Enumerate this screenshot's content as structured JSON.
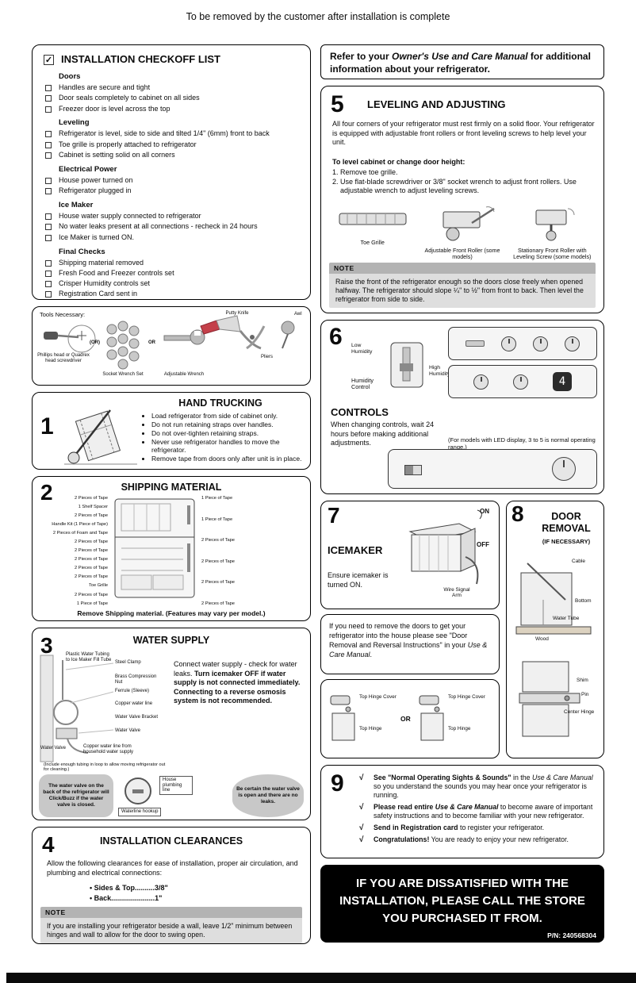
{
  "page": {
    "header": "To be removed by the customer after installation is complete",
    "part_number": "P/N: 240568304"
  },
  "checkoff": {
    "title": "INSTALLATION CHECKOFF LIST",
    "check_glyph": "✓",
    "sections": [
      {
        "heading": "Doors",
        "items": [
          "Handles are secure and tight",
          "Door seals completely to cabinet on all sides",
          "Freezer door is level across the top"
        ]
      },
      {
        "heading": "Leveling",
        "items": [
          "Refrigerator is level, side to side and tilted 1/4\" (6mm) front to back",
          "Toe grille is properly attached to refrigerator",
          "Cabinet is setting solid on all corners"
        ]
      },
      {
        "heading": "Electrical Power",
        "items": [
          "House power turned on",
          "Refrigerator plugged in"
        ]
      },
      {
        "heading": "Ice Maker",
        "items": [
          "House water supply connected to refrigerator",
          "No water leaks present at all connections - recheck in 24 hours",
          "Ice Maker is turned ON."
        ]
      },
      {
        "heading": "Final Checks",
        "items": [
          "Shipping material removed",
          "Fresh Food and Freezer controls set",
          "Crisper Humidity controls set",
          "Registration Card sent in"
        ]
      }
    ]
  },
  "tools": {
    "title": "Tools Necessary:",
    "screwdriver_label": "Phillips head or Quadrex head screwdriver",
    "or1": "(OR)",
    "socket_label": "Socket Wrench Set",
    "or2": "OR",
    "wrench_label": "Adjustable Wrench",
    "putty_label": "Putty Knife",
    "pliers_label": "Pliers",
    "awl_label": "Awl"
  },
  "hand_trucking": {
    "number": "1",
    "title": "HAND TRUCKING",
    "bullets": [
      "Load refrigerator from side of cabinet only.",
      "Do not run retaining straps over handles.",
      "Do not over-tighten retaining straps.",
      "Never use refrigerator handles to move the refrigerator.",
      "Remove tape from doors only after unit is in place."
    ]
  },
  "shipping": {
    "number": "2",
    "title": "SHIPPING MATERIAL",
    "left_labels": [
      "2 Pieces of Tape",
      "1 Shelf Spacer",
      "2 Pieces of Tape",
      "Handle Kit (1 Piece of Tape)",
      "2 Pieces of Foam and Tape",
      "2 Pieces of Tape",
      "2 Pieces of Tape",
      "2 Pieces of Tape",
      "2 Pieces of Tape",
      "2 Pieces of Tape",
      "Toe Grille",
      "2 Pieces of Tape",
      "1 Piece of Tape"
    ],
    "right_labels": [
      "1 Piece of Tape",
      "1 Piece of Tape",
      "2 Pieces of Tape",
      "2 Pieces of Tape",
      "2 Pieces of Tape",
      "2 Pieces of Tape"
    ],
    "footer": "Remove Shipping material. (Features may vary per model.)"
  },
  "water": {
    "number": "3",
    "title": "WATER SUPPLY",
    "intro": "Connect water supply - check for water leaks.",
    "bold_text": "Turn icemaker OFF if water supply is not connected immediately. Connecting to a reverse osmosis system is not recommended.",
    "diagram_labels": [
      "Plastic Water Tubing to Ice Maker Fill Tube",
      "Steel Clamp",
      "Brass Compression Nut",
      "Ferrule (Sleeve)",
      "Copper water line",
      "Water Valve Bracket",
      "Water Valve",
      "Water Valve",
      "Copper water line from household water supply"
    ],
    "diagram_note": "(Include enough tubing in loop to allow moving refrigerator out for cleaning.)",
    "callout_left": "The water valve on the back of the refrigerator will Click/Buzz if the water valve is closed.",
    "hookup_label": "Waterline hookup",
    "plumbing_label": "House plumbing line",
    "callout_right": "Be certain the water valve is open and there are no leaks."
  },
  "clearances": {
    "number": "4",
    "title": "INSTALLATION CLEARANCES",
    "intro": "Allow the following clearances for ease of installation, proper air circulation, and plumbing and electrical connections:",
    "bullets": [
      "• Sides & Top..........3/8\"",
      "• Back......................1\""
    ],
    "note_label": "NOTE",
    "note": "If you are installing your refrigerator beside a wall, leave 1/2\" minimum between hinges and wall to allow for the door to swing open."
  },
  "refer": {
    "prefix": "Refer to your ",
    "emphasis": "Owner's Use and Care Manual",
    "suffix": " for additional information about your refrigerator."
  },
  "leveling": {
    "number": "5",
    "title": "LEVELING AND ADJUSTING",
    "intro": "All four corners of your refrigerator must rest firmly on a solid floor. Your refrigerator is equipped with adjustable front rollers or front leveling screws to help level your unit.",
    "subhead": "To level cabinet or change door height:",
    "steps": [
      "1. Remove toe grille.",
      "2. Use flat-blade screwdriver or 3/8\" socket wrench to adjust front rollers. Use adjustable wrench to adjust leveling screws."
    ],
    "captions": [
      "Toe Grille",
      "Adjustable Front Roller (some models)",
      "Stationary Front Roller with Leveling Screw (some models)"
    ],
    "note_label": "NOTE",
    "note": "Raise the front of the refrigerator enough so the doors close freely when opened halfway. The refrigerator should slope ¼\" to ½\" from front to back. Then level the refrigerator from side to side."
  },
  "controls": {
    "number": "6",
    "title": "CONTROLS",
    "humidity_low": "Low Humidity",
    "humidity_high": "High Humidity",
    "humidity_label": "Humidity Control",
    "text": "When changing controls, wait 24 hours before making additional adjustments.",
    "led_note": "(For models with LED display, 3 to 5 is normal operating range.)",
    "led_value": "4"
  },
  "icemaker": {
    "number": "7",
    "title": "ICEMAKER",
    "text": "Ensure icemaker is turned ON.",
    "on_label": "ON",
    "off_label": "OFF",
    "arm_label": "Wire Signal Arm"
  },
  "door_text": {
    "prefix": "If you need to remove the doors to get your refrigerator into the house please see \"Door Removal and Reversal Instructions\" in your ",
    "emphasis": "Use & Care Manual",
    "suffix": "."
  },
  "hinges": {
    "left_top": "Top Hinge Cover",
    "left_bottom": "Top Hinge",
    "or": "OR",
    "right_top": "Top Hinge Cover",
    "right_bottom": "Top Hinge"
  },
  "door_removal": {
    "number": "8",
    "title": "DOOR REMOVAL",
    "subtitle": "(IF NECESSARY)",
    "labels": [
      "Cable",
      "Bottom",
      "Water Tube",
      "Wood",
      "Shim",
      "Pin",
      "Center Hinge"
    ]
  },
  "final": {
    "number": "9",
    "check": "√",
    "items": [
      {
        "bold": "See \"Normal Operating Sights & Sounds\"",
        "mid": " in the ",
        "italic": "Use & Care Manual",
        "rest": " so you understand the sounds you may hear once your refrigerator is running."
      },
      {
        "bold": "Please read entire ",
        "mid": "",
        "italic": "Use & Care Manual",
        "rest": " to become aware of important safety instructions and to become familiar with your new refrigerator."
      },
      {
        "bold": "Send in Registration card",
        "mid": "",
        "italic": "",
        "rest": " to register your refrigerator."
      },
      {
        "bold": "Congratulations!",
        "mid": "",
        "italic": "",
        "rest": " You are ready to enjoy your new refrigerator."
      }
    ]
  },
  "dissatisfied": {
    "text": "IF YOU ARE DISSATISFIED WITH THE INSTALLATION, PLEASE CALL THE STORE YOU PURCHASED IT FROM."
  }
}
